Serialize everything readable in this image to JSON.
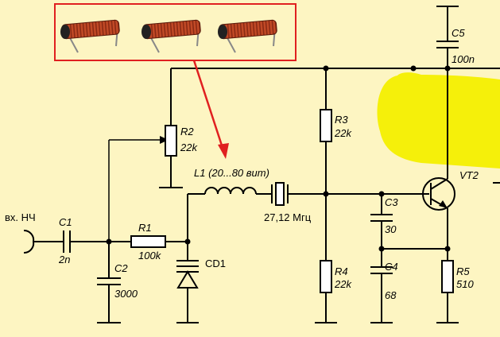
{
  "colors": {
    "background": "#fdf5c2",
    "wire": "#000000",
    "inset_border": "#e02020",
    "arrow": "#e02020",
    "highlight": "#f5f00a",
    "coil_copper": "#b0381c"
  },
  "labels": {
    "input": "вх. НЧ",
    "c1": "C1",
    "c1_val": "2n",
    "c2": "C2",
    "c2_val": "3000",
    "r1": "R1",
    "r1_val": "100k",
    "r2": "R2",
    "r2_val": "22k",
    "l1": "L1 (20...80 вит)",
    "crystal": "27,12 Мгц",
    "cd1": "CD1",
    "r3": "R3",
    "r3_val": "22k",
    "r4": "R4",
    "r4_val": "22k",
    "c3": "C3",
    "c3_val": "30",
    "c4": "C4",
    "c4_val": "68",
    "c5": "C5",
    "c5_val": "100n",
    "vt2": "VT2",
    "r5": "R5",
    "r5_val": "510"
  },
  "inset": {
    "icon": "inductor-coil-icon",
    "count": 3
  }
}
